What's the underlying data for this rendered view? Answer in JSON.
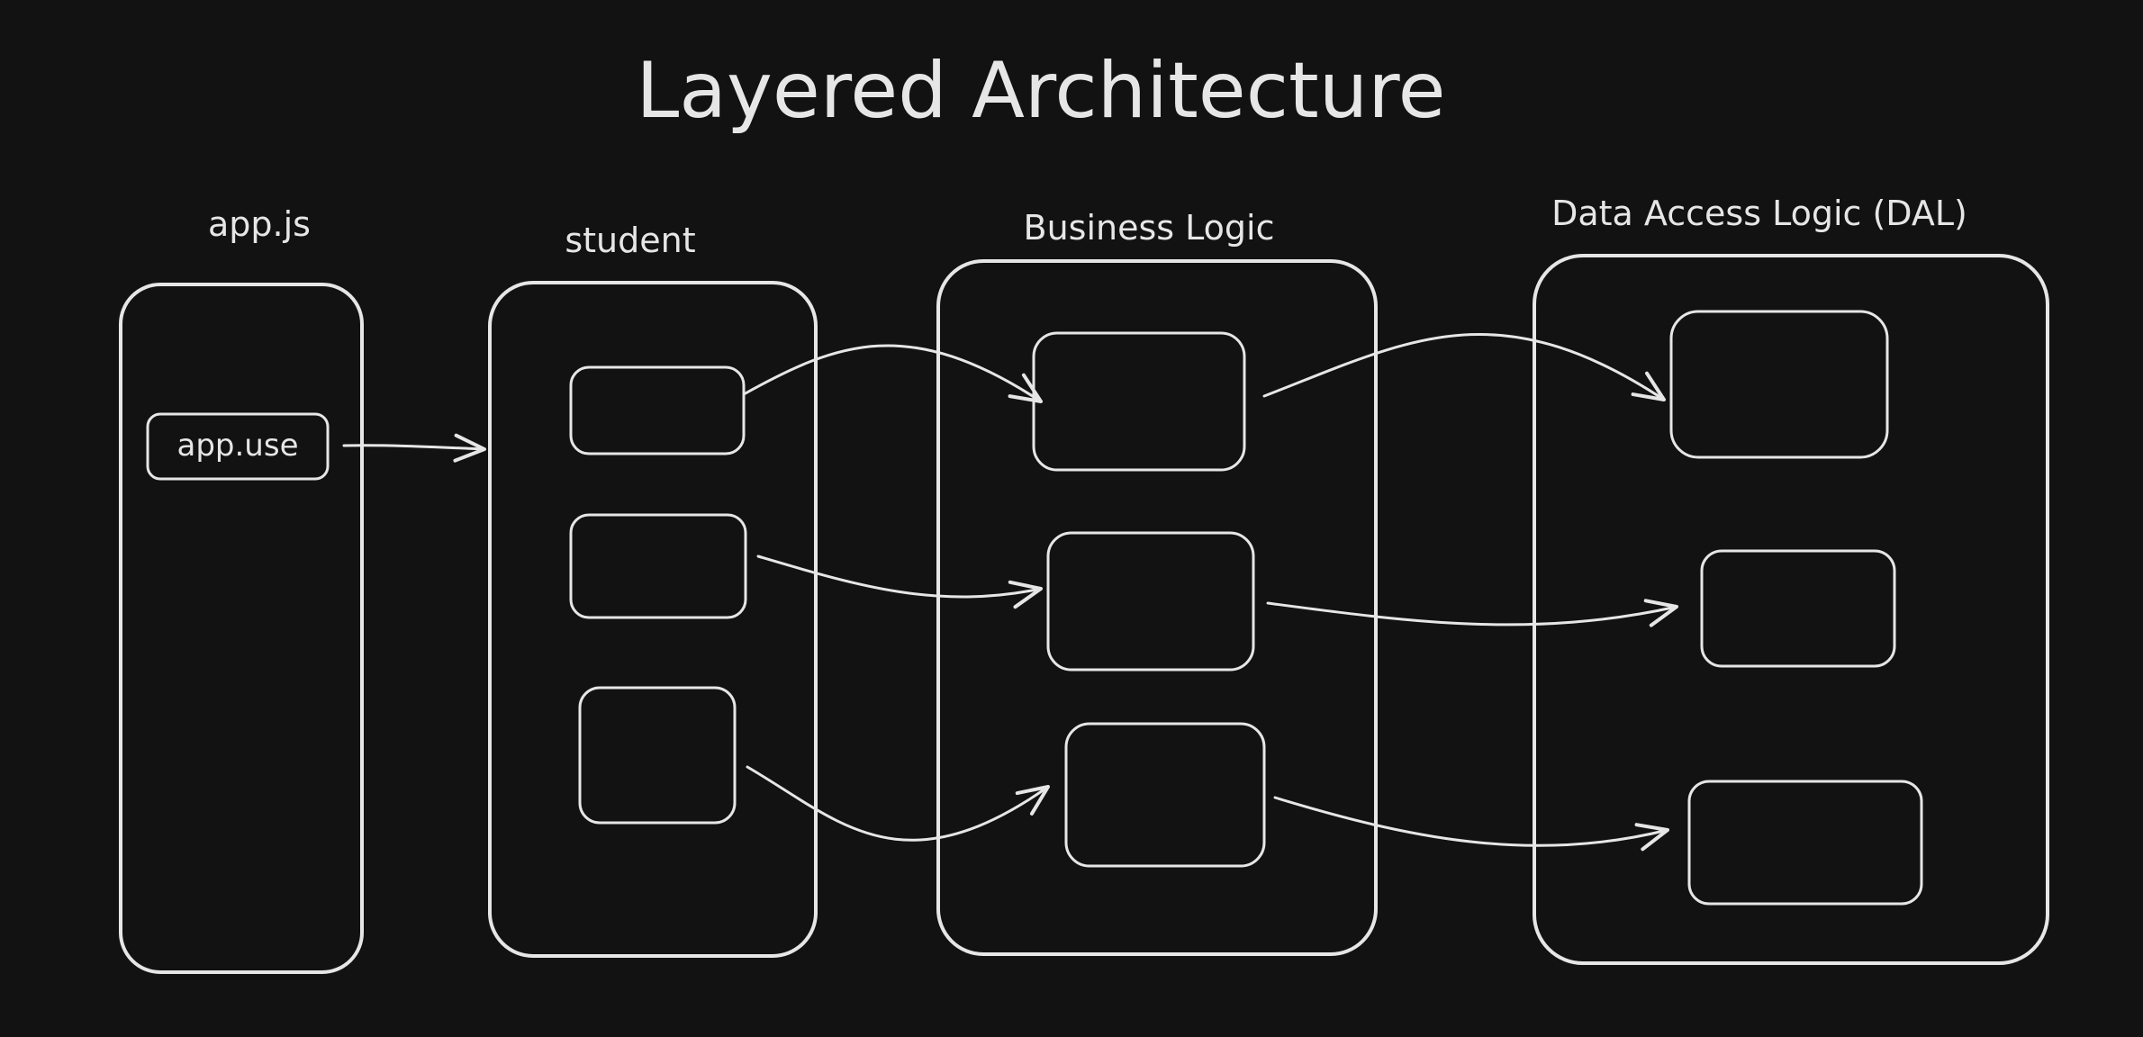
{
  "title": "Layered Architecture",
  "colors": {
    "background": "#121212",
    "stroke": "#e6e6e6"
  },
  "columns": [
    {
      "id": "appjs",
      "label": "app.js",
      "items": [
        "app.use"
      ]
    },
    {
      "id": "student",
      "label": "student",
      "items": [
        "",
        "",
        ""
      ]
    },
    {
      "id": "business",
      "label": "Business Logic",
      "items": [
        "",
        "",
        ""
      ]
    },
    {
      "id": "dal",
      "label": "Data Access Logic (DAL)",
      "items": [
        "",
        "",
        ""
      ]
    }
  ]
}
